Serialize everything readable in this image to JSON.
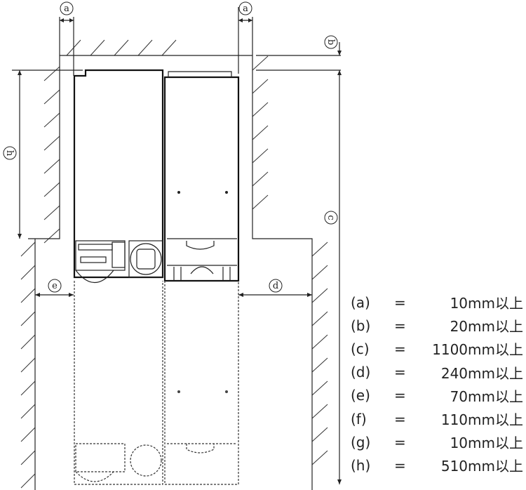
{
  "diagram": {
    "dimension_markers": {
      "a_left": "a",
      "a_right": "a",
      "b": "b",
      "c": "c",
      "d": "d",
      "e": "e",
      "h": "h"
    }
  },
  "legend": [
    {
      "label": "(a)",
      "eq": "=",
      "value": "10mm以上"
    },
    {
      "label": "(b)",
      "eq": "=",
      "value": "20mm以上"
    },
    {
      "label": "(c)",
      "eq": "=",
      "value": "1100mm以上"
    },
    {
      "label": "(d)",
      "eq": "=",
      "value": "240mm以上"
    },
    {
      "label": "(e)",
      "eq": "=",
      "value": "70mm以上"
    },
    {
      "label": "(f)",
      "eq": "=",
      "value": "110mm以上"
    },
    {
      "label": "(g)",
      "eq": "=",
      "value": "10mm以上"
    },
    {
      "label": "(h)",
      "eq": "=",
      "value": "510mm以上"
    }
  ]
}
